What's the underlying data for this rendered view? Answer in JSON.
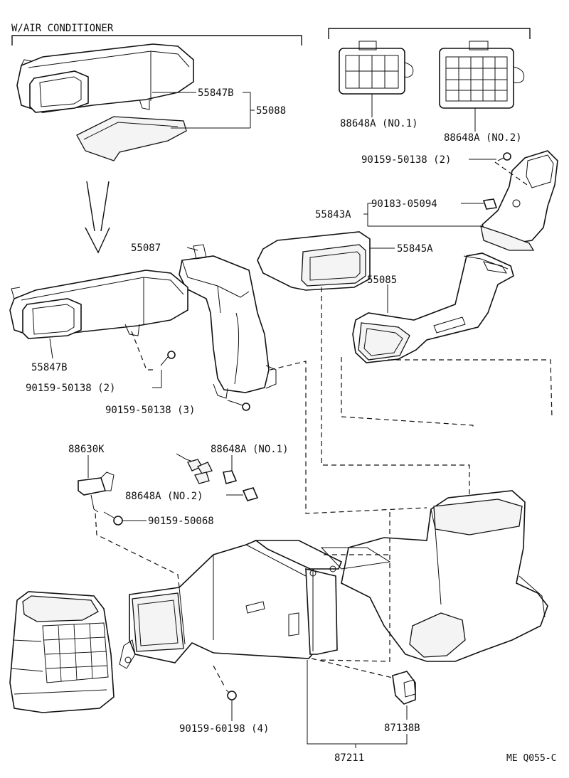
{
  "header": {
    "variant_label": "W/AIR CONDITIONER"
  },
  "footer": {
    "diagram_code": "ME Q055-C"
  },
  "labels": {
    "p55847B_top": "55847B",
    "p55088": "55088",
    "p88648A_no1_top": "88648A (NO.1)",
    "p88648A_no2_top": "88648A (NO.2)",
    "p90159_50138_2_top": "90159-50138 (2)",
    "p55843A": "55843A",
    "p90183_05094": "90183-05094",
    "p55087": "55087",
    "p55845A": "55845A",
    "p55085": "55085",
    "p55847B_mid": "55847B",
    "p90159_50138_2_mid": "90159-50138 (2)",
    "p90159_50138_3": "90159-50138 (3)",
    "p88630K": "88630K",
    "p88648A_no1_mid": "88648A (NO.1)",
    "p88648A_no2_mid": "88648A (NO.2)",
    "p90159_50068": "90159-50068",
    "p90159_60198_4": "90159-60198 (4)",
    "p87138B": "87138B",
    "p87211": "87211"
  }
}
